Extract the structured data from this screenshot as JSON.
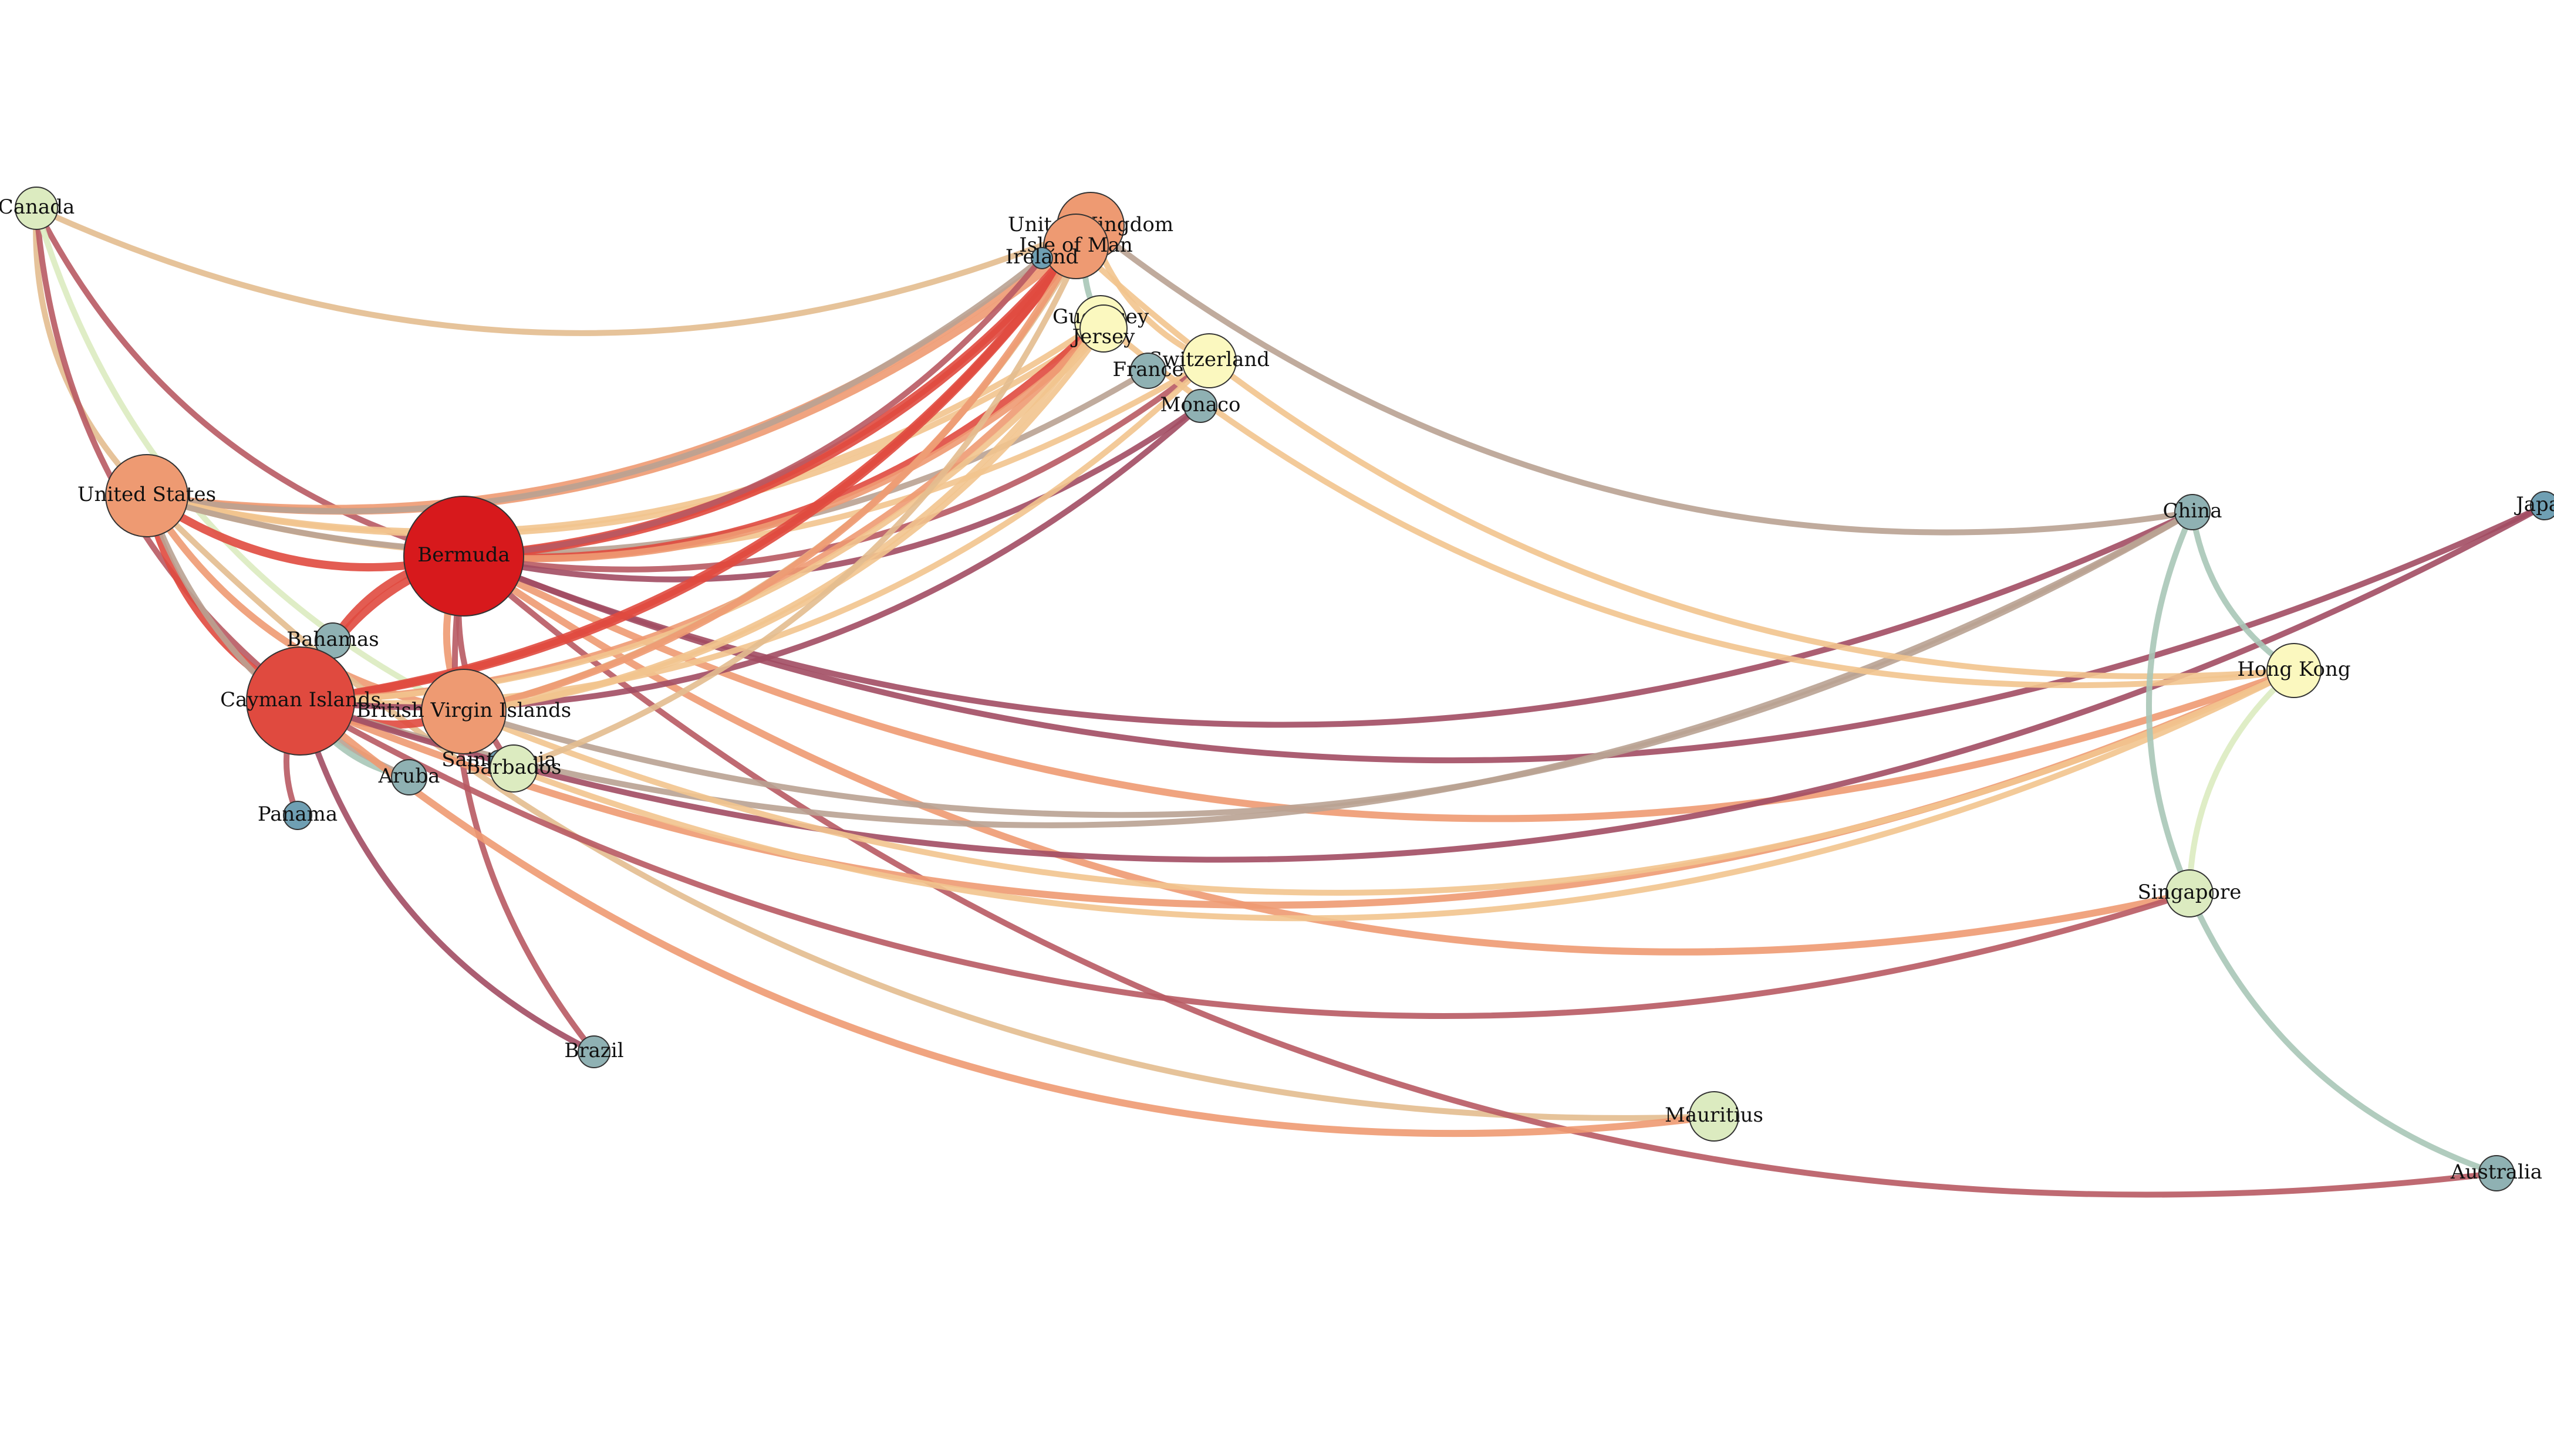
{
  "colors": {
    "deep_red": "#d7191c",
    "red": "#e04a3f",
    "salmon": "#ee9a72",
    "peach": "#f2c48e",
    "tan": "#e3bd8f",
    "mauve": "#a24d63",
    "rose": "#b85a63",
    "taupe": "#b9a292",
    "sage": "#a9c6b7",
    "pale_green": "#dcebc0",
    "pale_yellow": "#fbf8bf",
    "slate": "#8fb1b3",
    "steel": "#6f9fb3"
  },
  "nodes": [
    {
      "id": "canada",
      "label": "Canada",
      "color": "pale_green"
    },
    {
      "id": "us",
      "label": "United States",
      "color": "salmon"
    },
    {
      "id": "bermuda",
      "label": "Bermuda",
      "color": "deep_red"
    },
    {
      "id": "bahamas",
      "label": "Bahamas",
      "color": "slate"
    },
    {
      "id": "cayman",
      "label": "Cayman Islands",
      "color": "red"
    },
    {
      "id": "bvi",
      "label": "British Virgin Islands",
      "color": "salmon"
    },
    {
      "id": "saintlucia",
      "label": "Saint Lucia",
      "color": "steel"
    },
    {
      "id": "barbados",
      "label": "Barbados",
      "color": "pale_green"
    },
    {
      "id": "aruba",
      "label": "Aruba",
      "color": "slate"
    },
    {
      "id": "panama",
      "label": "Panama",
      "color": "steel"
    },
    {
      "id": "brazil",
      "label": "Brazil",
      "color": "slate"
    },
    {
      "id": "uk",
      "label": "United Kingdom",
      "color": "salmon"
    },
    {
      "id": "iom",
      "label": "Isle of Man",
      "color": "salmon"
    },
    {
      "id": "ireland",
      "label": "Ireland",
      "color": "steel"
    },
    {
      "id": "guernsey",
      "label": "Guernsey",
      "color": "pale_yellow"
    },
    {
      "id": "jersey",
      "label": "Jersey",
      "color": "pale_yellow"
    },
    {
      "id": "switzerland",
      "label": "Switzerland",
      "color": "pale_yellow"
    },
    {
      "id": "france",
      "label": "France",
      "color": "slate"
    },
    {
      "id": "monaco",
      "label": "Monaco",
      "color": "slate"
    },
    {
      "id": "china",
      "label": "China",
      "color": "slate"
    },
    {
      "id": "japan",
      "label": "Japan",
      "color": "steel"
    },
    {
      "id": "hongkong",
      "label": "Hong Kong",
      "color": "pale_yellow"
    },
    {
      "id": "singapore",
      "label": "Singapore",
      "color": "pale_green"
    },
    {
      "id": "australia",
      "label": "Australia",
      "color": "slate"
    },
    {
      "id": "mauritius",
      "label": "Mauritius",
      "color": "pale_green"
    }
  ],
  "edges": [
    {
      "s": "canada",
      "t": "uk",
      "c": "tan"
    },
    {
      "s": "canada",
      "t": "us",
      "c": "tan"
    },
    {
      "s": "canada",
      "t": "bermuda",
      "c": "rose"
    },
    {
      "s": "canada",
      "t": "cayman",
      "c": "rose"
    },
    {
      "s": "canada",
      "t": "bvi",
      "c": "pale_green"
    },
    {
      "s": "us",
      "t": "uk",
      "c": "salmon"
    },
    {
      "s": "us",
      "t": "iom",
      "c": "salmon"
    },
    {
      "s": "us",
      "t": "ireland",
      "c": "taupe"
    },
    {
      "s": "us",
      "t": "guernsey",
      "c": "peach"
    },
    {
      "s": "us",
      "t": "jersey",
      "c": "peach"
    },
    {
      "s": "us",
      "t": "switzerland",
      "c": "peach"
    },
    {
      "s": "us",
      "t": "france",
      "c": "taupe"
    },
    {
      "s": "us",
      "t": "bermuda",
      "c": "red"
    },
    {
      "s": "us",
      "t": "cayman",
      "c": "red"
    },
    {
      "s": "us",
      "t": "bvi",
      "c": "salmon"
    },
    {
      "s": "us",
      "t": "aruba",
      "c": "taupe"
    },
    {
      "s": "us",
      "t": "mauritius",
      "c": "tan"
    },
    {
      "s": "bermuda",
      "t": "uk",
      "c": "red"
    },
    {
      "s": "bermuda",
      "t": "iom",
      "c": "red"
    },
    {
      "s": "bermuda",
      "t": "ireland",
      "c": "rose"
    },
    {
      "s": "bermuda",
      "t": "guernsey",
      "c": "red"
    },
    {
      "s": "bermuda",
      "t": "jersey",
      "c": "salmon"
    },
    {
      "s": "bermuda",
      "t": "switzerland",
      "c": "rose"
    },
    {
      "s": "bermuda",
      "t": "monaco",
      "c": "mauve"
    },
    {
      "s": "bermuda",
      "t": "bahamas",
      "c": "red"
    },
    {
      "s": "bermuda",
      "t": "cayman",
      "c": "red"
    },
    {
      "s": "bermuda",
      "t": "bvi",
      "c": "salmon"
    },
    {
      "s": "bermuda",
      "t": "barbados",
      "c": "rose"
    },
    {
      "s": "bermuda",
      "t": "brazil",
      "c": "rose"
    },
    {
      "s": "bermuda",
      "t": "china",
      "c": "mauve"
    },
    {
      "s": "bermuda",
      "t": "hongkong",
      "c": "salmon"
    },
    {
      "s": "bermuda",
      "t": "japan",
      "c": "mauve"
    },
    {
      "s": "bermuda",
      "t": "singapore",
      "c": "salmon"
    },
    {
      "s": "bermuda",
      "t": "australia",
      "c": "rose"
    },
    {
      "s": "cayman",
      "t": "uk",
      "c": "red"
    },
    {
      "s": "cayman",
      "t": "iom",
      "c": "red"
    },
    {
      "s": "cayman",
      "t": "guernsey",
      "c": "salmon"
    },
    {
      "s": "cayman",
      "t": "jersey",
      "c": "peach"
    },
    {
      "s": "cayman",
      "t": "switzerland",
      "c": "peach"
    },
    {
      "s": "cayman",
      "t": "monaco",
      "c": "mauve"
    },
    {
      "s": "cayman",
      "t": "bvi",
      "c": "red"
    },
    {
      "s": "cayman",
      "t": "aruba",
      "c": "sage"
    },
    {
      "s": "cayman",
      "t": "panama",
      "c": "rose"
    },
    {
      "s": "cayman",
      "t": "brazil",
      "c": "mauve"
    },
    {
      "s": "cayman",
      "t": "china",
      "c": "taupe"
    },
    {
      "s": "cayman",
      "t": "hongkong",
      "c": "salmon"
    },
    {
      "s": "cayman",
      "t": "japan",
      "c": "mauve"
    },
    {
      "s": "cayman",
      "t": "singapore",
      "c": "rose"
    },
    {
      "s": "cayman",
      "t": "mauritius",
      "c": "salmon"
    },
    {
      "s": "bvi",
      "t": "uk",
      "c": "tan"
    },
    {
      "s": "bvi",
      "t": "iom",
      "c": "salmon"
    },
    {
      "s": "bvi",
      "t": "guernsey",
      "c": "peach"
    },
    {
      "s": "bvi",
      "t": "jersey",
      "c": "peach"
    },
    {
      "s": "bvi",
      "t": "hongkong",
      "c": "peach"
    },
    {
      "s": "bvi",
      "t": "china",
      "c": "taupe"
    },
    {
      "s": "barbados",
      "t": "uk",
      "c": "tan"
    },
    {
      "s": "barbados",
      "t": "hongkong",
      "c": "peach"
    },
    {
      "s": "uk",
      "t": "china",
      "c": "taupe"
    },
    {
      "s": "uk",
      "t": "switzerland",
      "c": "peach"
    },
    {
      "s": "uk",
      "t": "guernsey",
      "c": "sage"
    },
    {
      "s": "iom",
      "t": "hongkong",
      "c": "peach"
    },
    {
      "s": "guernsey",
      "t": "hongkong",
      "c": "peach"
    },
    {
      "s": "china",
      "t": "hongkong",
      "c": "sage"
    },
    {
      "s": "china",
      "t": "singapore",
      "c": "sage"
    },
    {
      "s": "hongkong",
      "t": "singapore",
      "c": "pale_green"
    },
    {
      "s": "singapore",
      "t": "australia",
      "c": "sage"
    }
  ]
}
